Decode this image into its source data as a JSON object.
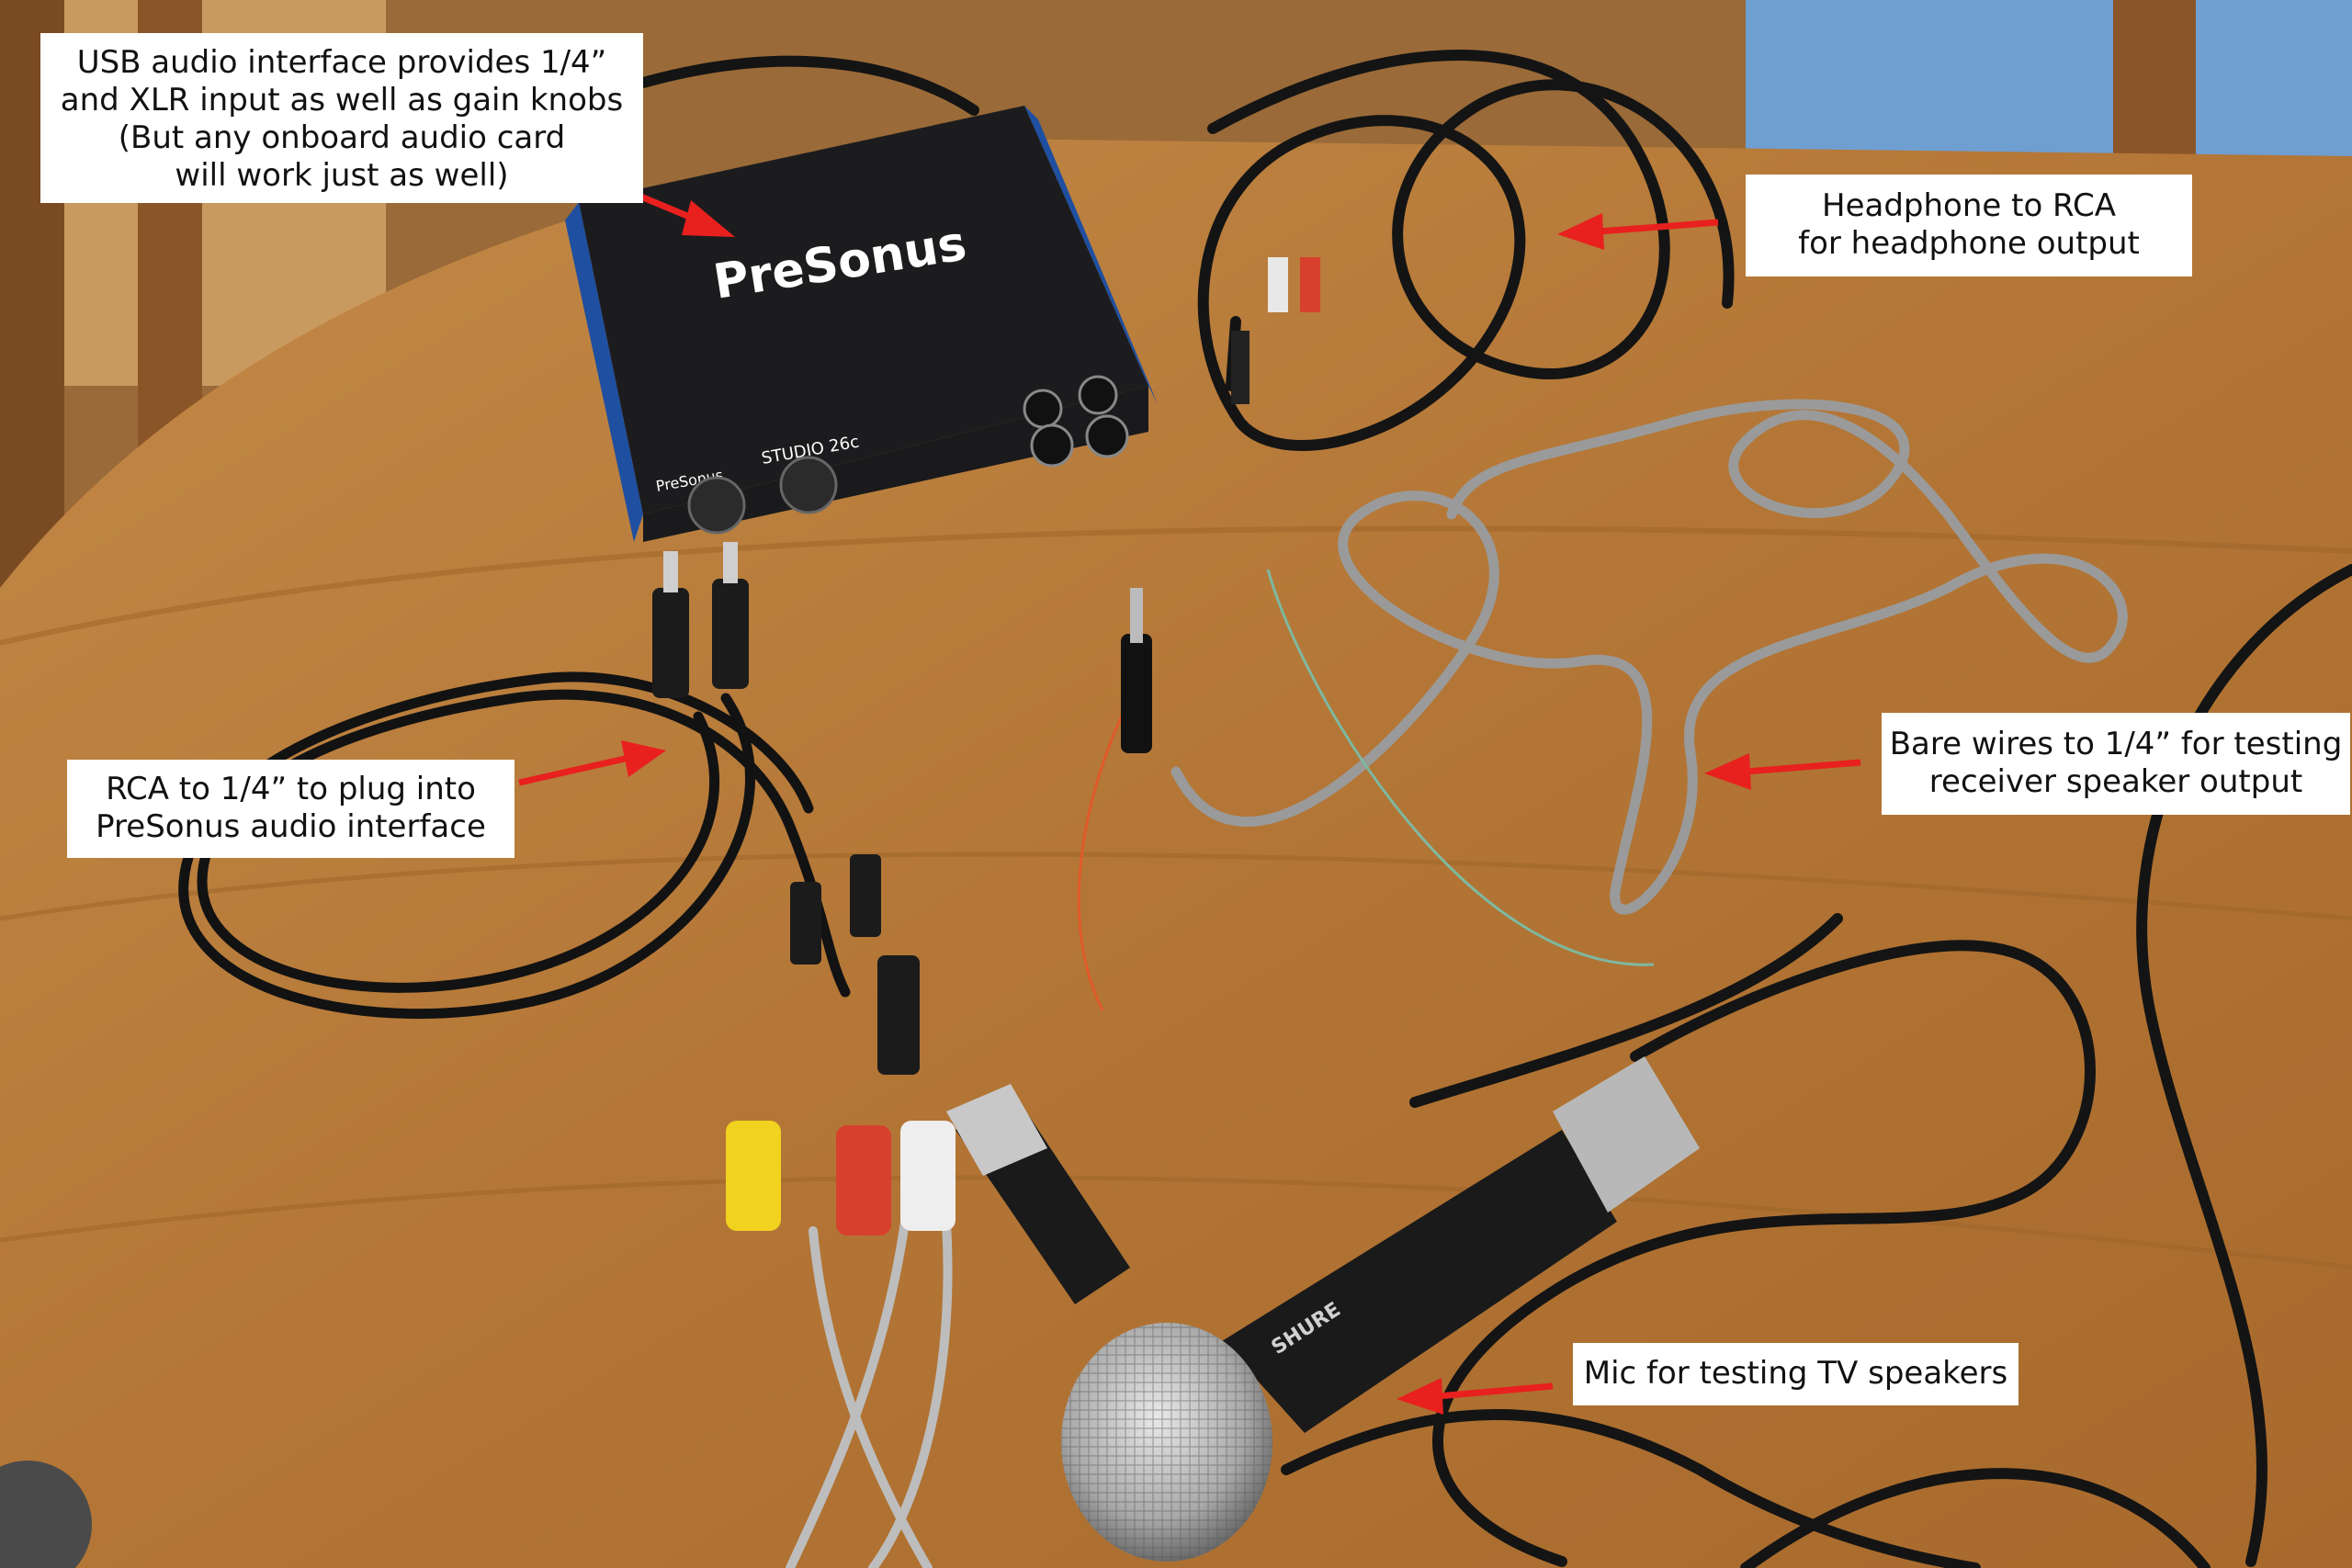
{
  "photo": {
    "subject": "PreSonus STUDIO 26c audio interface, cables and microphone on wooden table",
    "device_brand_top": "PreSonus",
    "device_brand_front": "PreSonus",
    "device_model": "STUDIO 26c",
    "mic_brand": "SHURE"
  },
  "annotations": {
    "usb_interface": {
      "line1": "USB audio interface provides 1/4”",
      "line2": "and XLR input as well as gain knobs",
      "line3": "(But any onboard audio card",
      "line4": "will work just as well)"
    },
    "headphone_rca": {
      "line1": "Headphone to RCA",
      "line2": "for headphone output"
    },
    "rca_quarter": {
      "line1": "RCA to 1/4” to plug into",
      "line2": "PreSonus audio interface"
    },
    "bare_wires": {
      "line1": "Bare wires to 1/4” for testing",
      "line2": "receiver speaker output"
    },
    "mic": {
      "line1": "Mic for testing TV speakers"
    }
  },
  "colors": {
    "table": "#b47a3c",
    "arrow": "#e8201e",
    "label_bg": "#ffffff",
    "interface_body": "#1c1c1e",
    "interface_trim": "#1f4fa0"
  }
}
